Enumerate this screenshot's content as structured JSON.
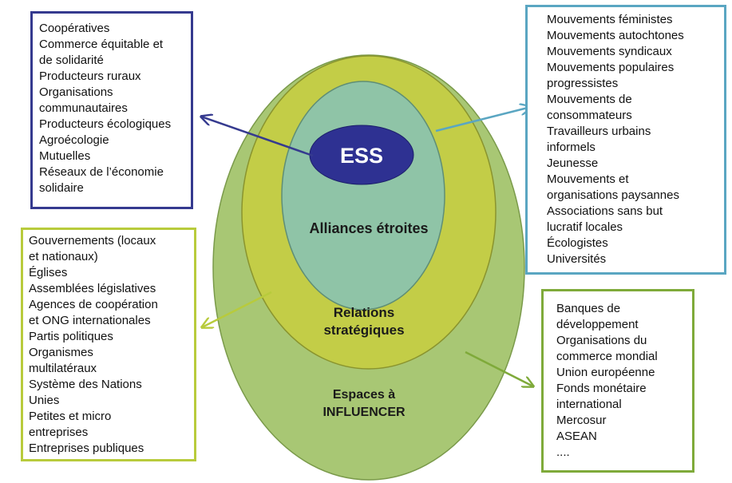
{
  "center": {
    "label": "ESS"
  },
  "rings": {
    "alliances": "Alliances étroites",
    "relations": [
      "Relations",
      "stratégiques"
    ],
    "espaces": [
      "Espaces à",
      "INFLUENCER"
    ]
  },
  "colors": {
    "outer_ring": "#a8c774",
    "middle_ring": "#c3cd47",
    "inner_ring": "#8fc4a7",
    "center": "#2e3192",
    "ess_box_border": "#353a8f",
    "alliances_box_border": "#5aa6c2",
    "relations_box_border": "#b8cb3c",
    "espaces_box_border": "#7faa3a"
  },
  "boxes": {
    "ess": [
      "Coopératives",
      "Commerce équitable et",
      "de solidarité",
      "Producteurs ruraux",
      "Organisations",
      "communautaires",
      "Producteurs écologiques",
      "Agroécologie",
      "Mutuelles",
      "Réseaux de l’économie",
      "solidaire"
    ],
    "alliances": [
      "Mouvements féministes",
      "Mouvements autochtones",
      "Mouvements syndicaux",
      "Mouvements populaires",
      "progressistes",
      "Mouvements de",
      "consommateurs",
      "Travailleurs urbains",
      "informels",
      "Jeunesse",
      "Mouvements et",
      "organisations paysannes",
      "Associations sans but",
      "lucratif locales",
      "Écologistes",
      "Universités"
    ],
    "relations": [
      "Gouvernements (locaux",
      "et nationaux)",
      "Églises",
      "Assemblées législatives",
      "Agences de coopération",
      "et ONG internationales",
      "Partis politiques",
      "Organismes",
      "multilatéraux",
      "Système des Nations",
      "Unies",
      "Petites et micro",
      "entreprises",
      "Entreprises publiques"
    ],
    "espaces": [
      "Banques de",
      "développement",
      "Organisations du",
      "commerce mondial",
      "Union européenne",
      "Fonds monétaire",
      "international",
      "Mercosur",
      "ASEAN",
      "...."
    ]
  }
}
